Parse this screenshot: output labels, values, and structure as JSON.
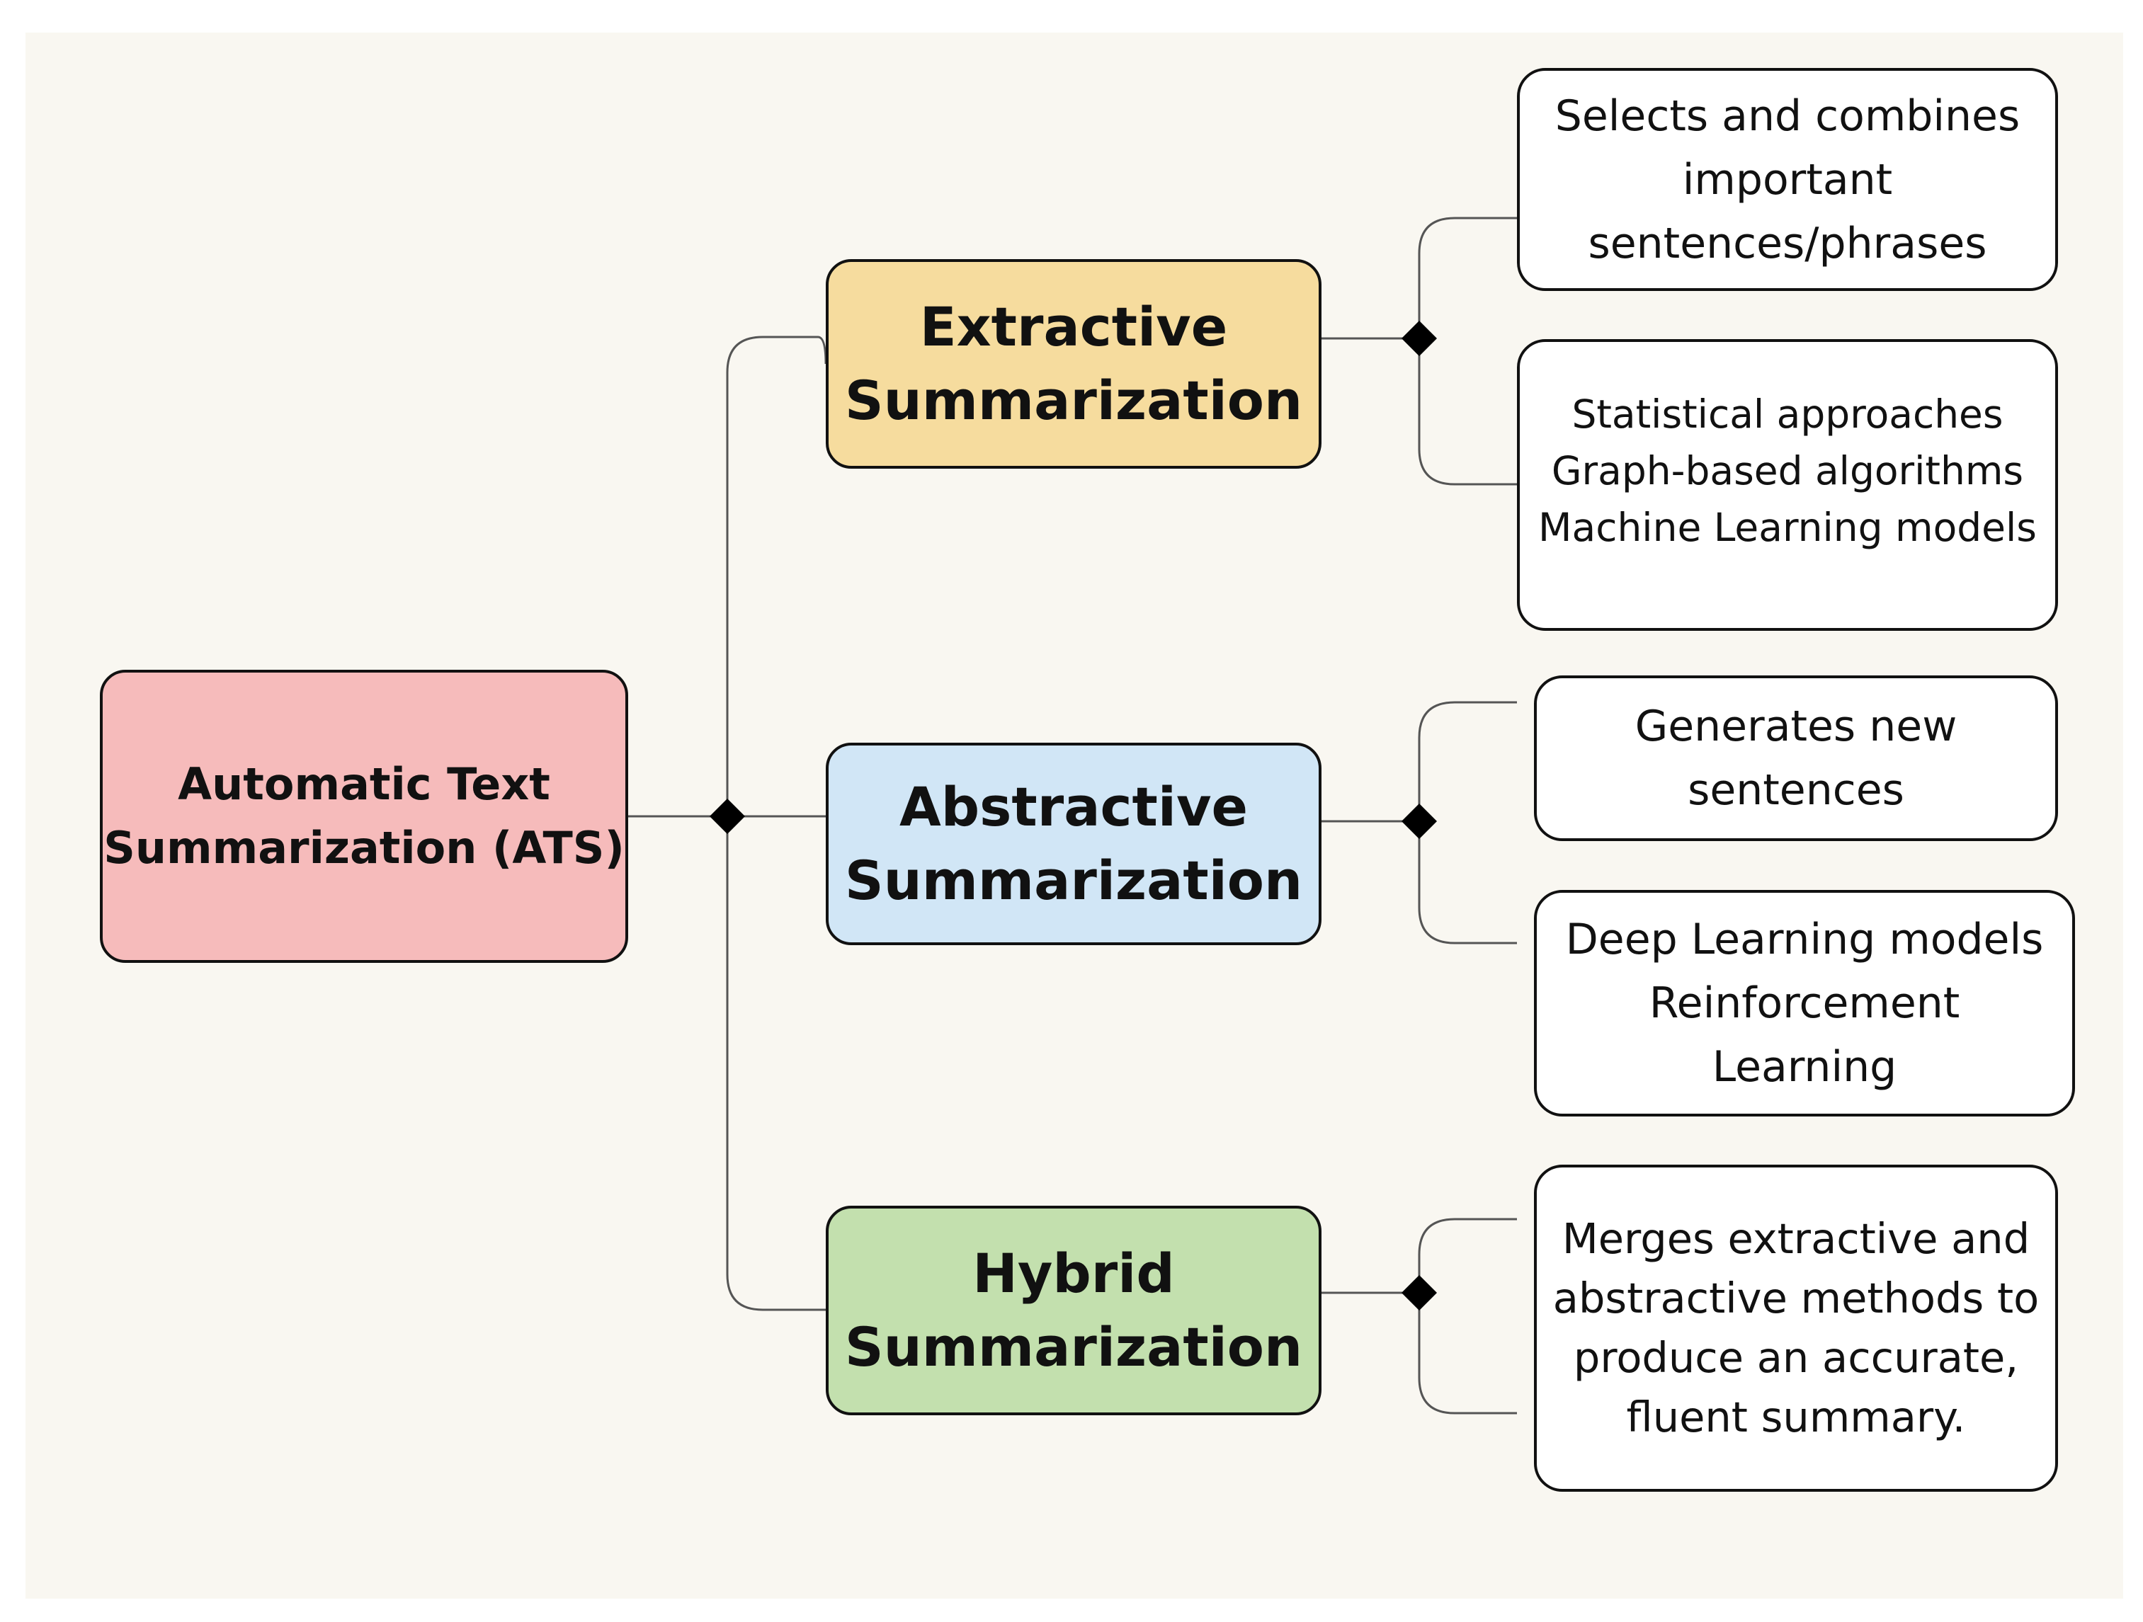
{
  "diagram": {
    "colors": {
      "background": "#f9f7f1",
      "root_fill": "#f6bbbb",
      "extractive_fill": "#f6dc9e",
      "abstractive_fill": "#d1e6f6",
      "hybrid_fill": "#c3e0ae",
      "leaf_fill": "#ffffff",
      "outline": "#111111",
      "connector": "#555555"
    },
    "root": {
      "lines": [
        "Automatic Text",
        "Summarization (ATS)"
      ]
    },
    "categories": [
      {
        "id": "extractive",
        "lines": [
          "Extractive",
          "Summarization"
        ],
        "details": [
          {
            "lines": [
              "Selects and combines",
              "important",
              "sentences/phrases"
            ]
          },
          {
            "lines": [
              "Statistical approaches",
              "Graph-based algorithms",
              "Machine Learning models"
            ]
          }
        ]
      },
      {
        "id": "abstractive",
        "lines": [
          "Abstractive",
          "Summarization"
        ],
        "details": [
          {
            "lines": [
              "Generates new",
              "sentences"
            ]
          },
          {
            "lines": [
              "Deep Learning models",
              "Reinforcement",
              "Learning"
            ]
          }
        ]
      },
      {
        "id": "hybrid",
        "lines": [
          "Hybrid",
          "Summarization"
        ],
        "details": [
          {
            "lines": [
              "Merges extractive and",
              "abstractive methods to",
              "produce an accurate,",
              "fluent summary."
            ]
          }
        ]
      }
    ]
  }
}
